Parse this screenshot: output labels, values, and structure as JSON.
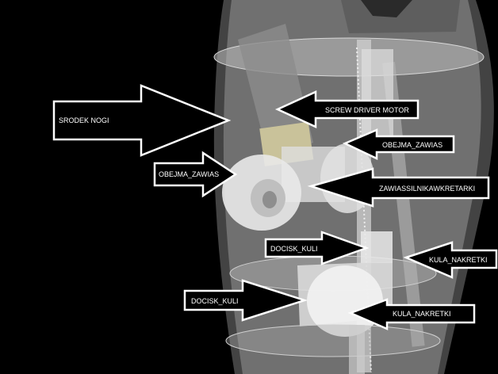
{
  "labels": {
    "srodek_nogi": "SRODEK NOGI",
    "screw_driver_motor": "SCREW DRIVER MOTOR",
    "obejma_zawias_right": "OBEJMA_ZAWIAS",
    "obejma_zawias_left": "OBEJMA_ZAWIAS",
    "zawias_silnika": "ZAWIASSILNIKAWKRETARKI",
    "docisk_kuli_upper": "DOCISK_KULI",
    "kula_nakretki_upper": "KULA_NAKRETKI",
    "docisk_kuli_lower": "DOCISK_KULI",
    "kula_nakretki_lower": "KULA_NAKRETKI"
  },
  "colors": {
    "background": "#000000",
    "arrow_outline": "#ffffff",
    "label_text": "#ffffff",
    "leg_shell": "#bfbfbf",
    "parts": "#e6e6e6",
    "motor": "#c9c29a"
  }
}
